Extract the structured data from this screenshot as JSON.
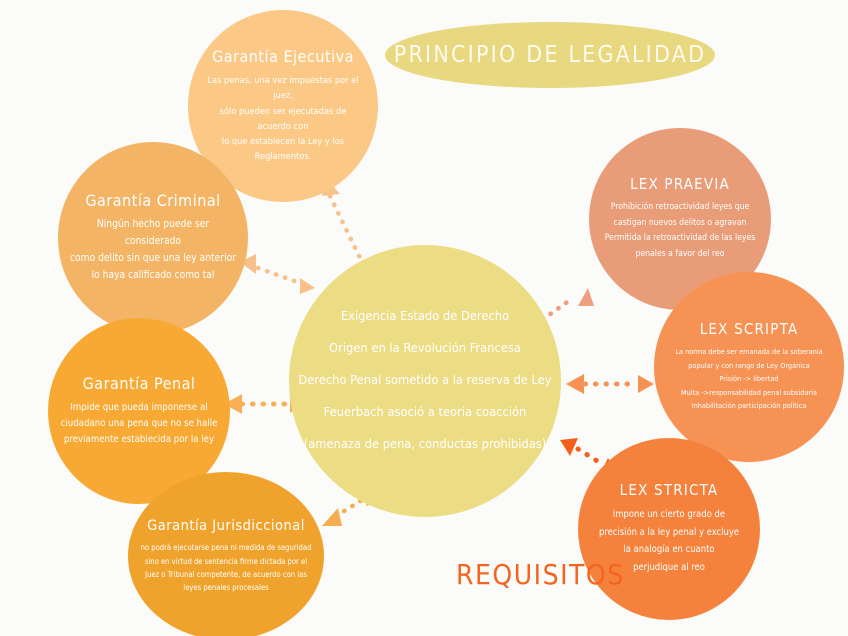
{
  "header": {
    "title": "PRINCIPIO DE LEGALIDAD",
    "pill_color": "#e8d981"
  },
  "caption": {
    "requisitos": "REQUISITOS",
    "color": "#f4641e"
  },
  "center": {
    "name": "principio-central",
    "color": "#ecdd85",
    "lines": [
      "Exigencia Estado de Derecho",
      "Origen en la Revolución Francesa",
      "Derecho Penal sometido a la reserva de Ley",
      "Feuerbach asoció a teoria coacción",
      "(amenaza de pena, conductas prohibidas)"
    ]
  },
  "nodes": [
    {
      "id": "ejecutiva",
      "title": "Garantía Ejecutiva",
      "color": "#fbc985",
      "lines": [
        "Las penas, una vez impuestas por el juez,",
        "sólo pueden ser ejecutadas de acuerdo con",
        "lo que establecen la Ley y los",
        "Reglamentos."
      ]
    },
    {
      "id": "criminal",
      "title": "Garantía Criminal",
      "color": "#f3b565",
      "lines": [
        "Ningún hecho puede ser considerado",
        "como delito sin que una ley anterior",
        "lo haya calificado como tal"
      ]
    },
    {
      "id": "penal",
      "title": "Garantía Penal",
      "color": "#f7a933",
      "lines": [
        "Impide que pueda imponerse al",
        "ciudadano una pena que no se halle",
        "previamente establecida por la ley"
      ]
    },
    {
      "id": "jurisdiccional",
      "title": "Garantía Jurisdiccional",
      "color": "#f0a32c",
      "lines": [
        "no podrá ejecutarse pena ni medida de seguridad",
        "sino en virtud de sentencia firme dictada por el",
        "Juez o Tribunal competente, de acuerdo con las",
        "leyes penales procesales"
      ]
    },
    {
      "id": "praevia",
      "title": "LEX PRAEVIA",
      "color": "#e99c78",
      "lines": [
        "Prohibición retroactividad leyes que",
        "castigan nuevos delitos o agravan",
        "Permitida la retroactividad de las leyes",
        "penales a favor del reo"
      ]
    },
    {
      "id": "scripta",
      "title": "LEX SCRIPTA",
      "color": "#f79255",
      "lines": [
        "La norma debe ser emanada de la soberania",
        "popular y con rango de Ley Orgánica",
        "Prisión -> libertad",
        "Multa ->responsabilidad penal subsidaria",
        "Inhabilitación participación política"
      ]
    },
    {
      "id": "stricta",
      "title": "LEX STRICTA",
      "color": "#f5823c",
      "lines": [
        "impone un cierto grado de",
        "precisión a la ley penal y excluye",
        "la analogía en cuanto",
        "perjudique al reo"
      ]
    }
  ],
  "connectors": [
    {
      "name": "connector-ejecutiva-central",
      "color": "#f8c18a",
      "from": "ejecutiva",
      "to": "central",
      "style": "dotted-double-arrow"
    },
    {
      "name": "connector-criminal-central",
      "color": "#f8c18a",
      "from": "criminal",
      "to": "central",
      "style": "dotted-double-arrow"
    },
    {
      "name": "connector-penal-central",
      "color": "#f9ae58",
      "from": "penal",
      "to": "central",
      "style": "dotted-double-arrow"
    },
    {
      "name": "connector-jurisdiccional-central",
      "color": "#f4ad50",
      "from": "jurisdiccional",
      "to": "central",
      "style": "dotted-double-arrow"
    },
    {
      "name": "connector-central-praevia",
      "color": "#ee9f7e",
      "from": "central",
      "to": "praevia",
      "style": "dotted-double-arrow"
    },
    {
      "name": "connector-central-scripta",
      "color": "#f79255",
      "from": "central",
      "to": "scripta",
      "style": "dotted-double-arrow"
    },
    {
      "name": "connector-central-stricta",
      "color": "#f4601a",
      "from": "central",
      "to": "stricta",
      "style": "dotted-double-arrow"
    }
  ]
}
